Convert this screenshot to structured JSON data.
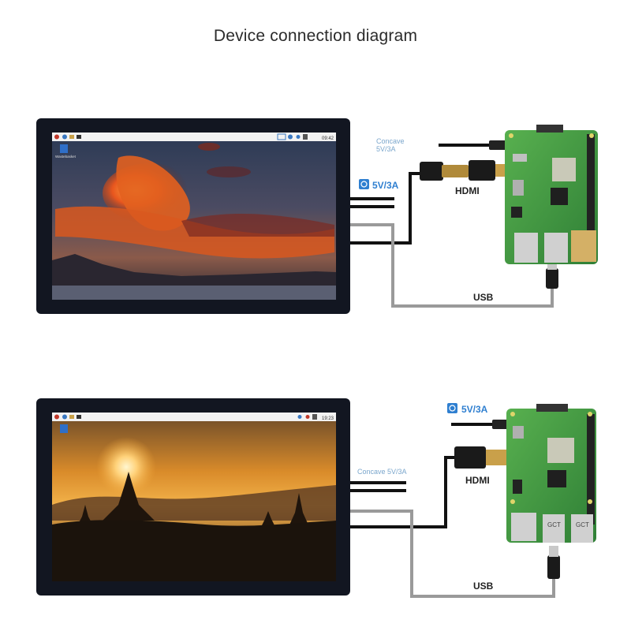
{
  "title": "Device connection diagram",
  "top": {
    "concave_label_line1": "Concave",
    "concave_label_line2": "5V/3A",
    "power_label": "5V/3A",
    "hdmi_label": "HDMI",
    "usb_label": "USB",
    "clock": "09:42",
    "desktop_icon_label": "Wastebasket"
  },
  "bottom": {
    "concave_label": "Concave 5V/3A",
    "power_label": "5V/3A",
    "hdmi_label": "HDMI",
    "usb_label": "USB",
    "clock": "19:23",
    "usb_port_label_1": "GCT",
    "usb_port_label_2": "GCT"
  },
  "colors": {
    "power_icon": "#2f7fd0",
    "cable": "#111111",
    "usb_cable": "#9a9a9a",
    "pcb": "#3f9a3f",
    "bezel": "#121621"
  }
}
